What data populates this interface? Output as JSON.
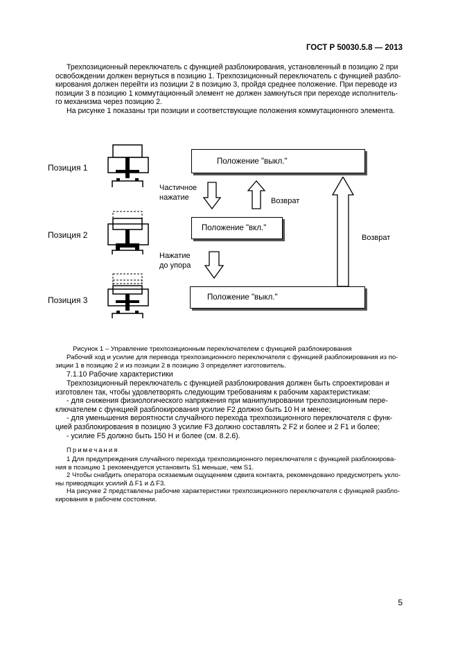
{
  "header": {
    "standard": "ГОСТ Р 50030.5.8 — 2013"
  },
  "intro": {
    "p1_lines": [
      "Трехпозиционный переключатель с функцией разблокирования, установленный в позицию 2 при",
      "освобождении должен вернуться в позицию 1. Трехпозиционный переключатель с функцией  разбло-",
      "кирования  должен перейти из позиции 2 в позицию 3, пройдя среднее положение. При переводе из",
      "позиции 3 в позицию 1 коммутационный элемент не должен замкнуться при переходе исполнитель-",
      "го механизма через позицию 2."
    ],
    "p2": "На рисунке 1 показаны три позиции и соответствующие положения коммутационного элемента."
  },
  "figure": {
    "positions": [
      "Позиция 1",
      "Позиция 2",
      "Позиция 3"
    ],
    "boxes": [
      "Положение \"выкл.\"",
      "Положение \"вкл.\"",
      "Положение \"выкл.\""
    ],
    "partial_press": [
      "Частичное",
      "нажатие"
    ],
    "full_press": [
      "Нажатие",
      "до упора"
    ],
    "return_small": "Возврат",
    "return_large": "Возврат",
    "caption": "Рисунок 1 – Управление трехпозиционным переключателем с функцией разблокирования"
  },
  "body": {
    "small_p_lines": [
      "Рабочий ход и усилие для перевода трехпозиционного переключателя с функцией разблокирования из по-",
      "зиции 1 в позицию 2 и из позиции 2 в позицию 3 определяет изготовитель."
    ],
    "section": "7.1.10 Рабочие характеристики",
    "req_lines": [
      "Трехпозиционный переключатель с функцией разблокирования должен быть спроектирован и",
      "изготовлен так, чтобы удовлетворять следующим требованиям к рабочим характеристикам:",
      "- для снижения физиологического напряжения при манипулировании трехпозиционным пере-",
      "ключателем с функцией разблокирования усилие F2 должно быть 10 Н и менее;",
      "- для уменьшения вероятности случайного перехода трехпозиционного переключателя с функ-",
      "цией разблокирования в позицию 3 усилие F3 должно составлять 2 F2 и более и 2 F1 и более;",
      "- усилие F5 должно быть 150 Н и более (см. 8.2.6)."
    ],
    "notes_title": "Примечания",
    "note_lines": [
      "1 Для предупреждения случайного перехода трехпозиционного переключателя с функцией разблокирова-",
      "ния в позицию 1 рекомендуется установить S1  меньше, чем S1.",
      "2 Чтобы снабдить оператора осязаемым ощущением сдвига контакта, рекомендовано предусмотреть укло-",
      "ны приводящих усилий Δ F1  и Δ F3.",
      "На рисунке 2 представлены рабочие характеристики трехпозиционного переключателя с функцией разбло-",
      "кирования в рабочем состоянии."
    ]
  },
  "page_number": "5"
}
